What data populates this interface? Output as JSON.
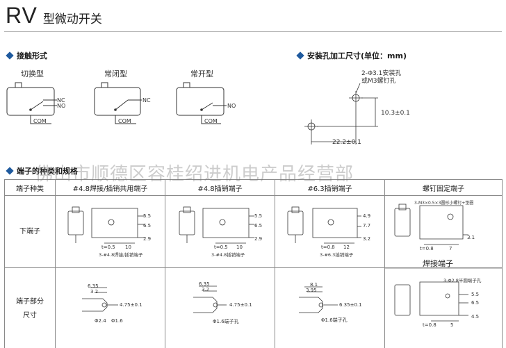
{
  "header": {
    "model": "RV",
    "subtitle": "型微动开关"
  },
  "contact_section": {
    "title": "接触形式",
    "types": [
      {
        "name": "切换型",
        "labels": [
          "NC",
          "NO",
          "COM"
        ]
      },
      {
        "name": "常闭型",
        "labels": [
          "NC",
          "COM"
        ]
      },
      {
        "name": "常开型",
        "labels": [
          "NO",
          "COM"
        ]
      }
    ]
  },
  "mounting_section": {
    "title": "安装孔加工尺寸(单位：mm)",
    "hole_note_line1": "2-Φ3.1安装孔",
    "hole_note_line2": "或M3螺钉孔",
    "dim_vertical": "10.3±0.1",
    "dim_horizontal": "22.2±0.1"
  },
  "terminal_section": {
    "title": "端子的种类和规格"
  },
  "watermark": "佛山市顺德区容桂绍进机电产品经营部",
  "table": {
    "headers": [
      "端子种类",
      "#4.8焊接/插销共用端子",
      "#4.8插销端子",
      "#6.3插销端子",
      "螺钉固定端子"
    ],
    "row1_label": "下端子",
    "row2_label_line1": "端子部分",
    "row2_label_line2": "尺寸",
    "solder_title": "焊接端子",
    "cells_r1": [
      {
        "d1": "5.5",
        "d2": "6.5",
        "d3": "2.9",
        "t": "t=0.5",
        "w": "10",
        "note": "3-#4.8焊接/插销端子"
      },
      {
        "d1": "5.5",
        "d2": "6.5",
        "d3": "2.9",
        "t": "t=0.5",
        "w": "10",
        "note": "3-#4.8插销端子"
      },
      {
        "d1": "4.9",
        "d2": "7.7",
        "d3": "3.2",
        "t": "t=0.8",
        "w": "12",
        "note": "3-#6.3插销端子"
      },
      {
        "d1": "3.1",
        "t": "t=0.8",
        "w": "7",
        "note": "3-M3×0.5×3圆形小螺钉+垫圈"
      }
    ],
    "cells_r2": [
      {
        "a": "6.35",
        "b": "3.2",
        "c": "4.75±0.1",
        "p1": "Φ2.4",
        "p2": "Φ1.6"
      },
      {
        "a": "6.35",
        "b": "3.2",
        "c": "4.75±0.1",
        "p1": "Φ1.6端子孔"
      },
      {
        "a": "8.1",
        "b": "3.95",
        "c": "6.35±0.1",
        "p1": "Φ1.6端子孔"
      },
      {
        "note": "3-Φ2.8半圆端子孔",
        "d1": "5.5",
        "d2": "6.5",
        "d3": "4.5",
        "t": "t=0.8",
        "w": "5"
      }
    ]
  },
  "colors": {
    "accent": "#1f5a9e",
    "rule": "#b5b5b5",
    "line": "#8a8a8a"
  }
}
